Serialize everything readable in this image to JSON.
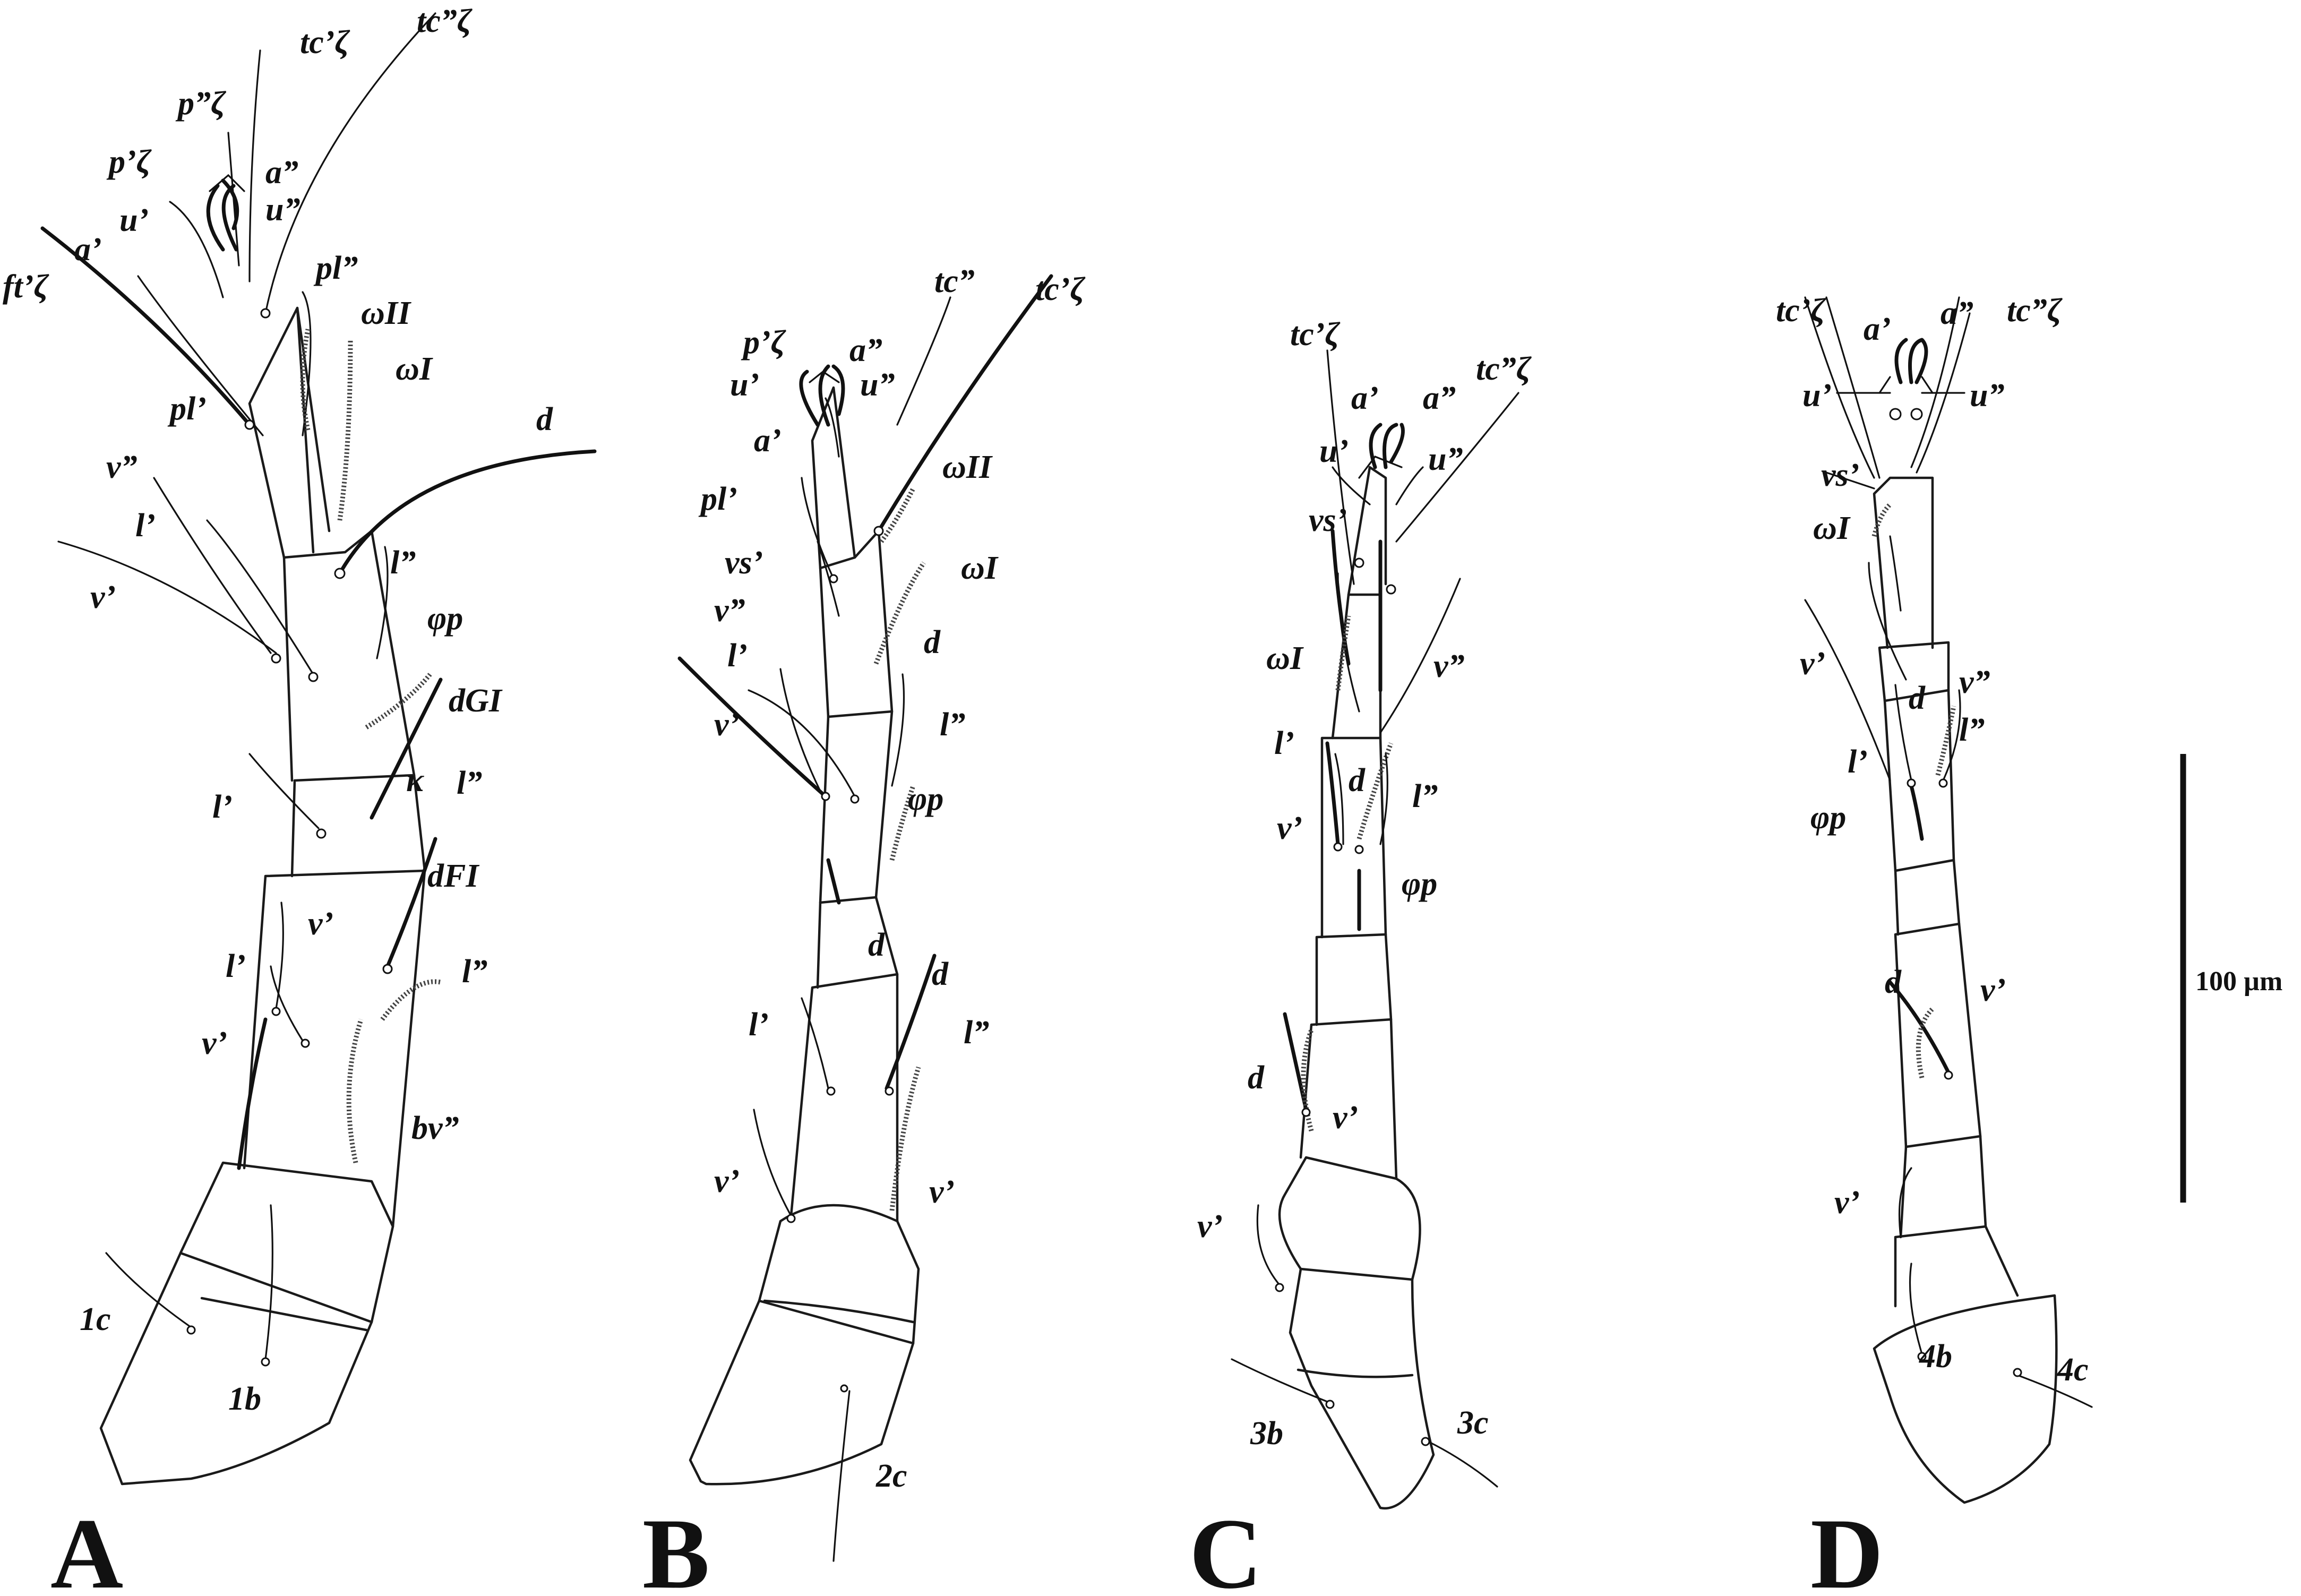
{
  "panels": [
    {
      "letter": "A",
      "labels": [
        "tc”ζ",
        "tc’ζ",
        "p”ζ",
        "p’ζ",
        "a”",
        "u”",
        "u’",
        "a’",
        "ft’ζ",
        "pl”",
        "ωII",
        "ωI",
        "pl’",
        "d",
        "v”",
        "l’",
        "v’",
        "l”",
        "φp",
        "dGI",
        "l’",
        "κ",
        "l”",
        "dFI",
        "v’",
        "l’",
        "l”",
        "v’",
        "bv”",
        "1c",
        "1b"
      ]
    },
    {
      "letter": "B",
      "labels": [
        "tc”",
        "tc’ζ",
        "p’ζ",
        "a”",
        "u’",
        "u”",
        "a’",
        "ωII",
        "pl’",
        "ωI",
        "vs’",
        "v”",
        "d",
        "l’",
        "l”",
        "v’",
        "φp",
        "d",
        "d",
        "l’",
        "l”",
        "v’",
        "v’",
        "2c"
      ]
    },
    {
      "letter": "C",
      "labels": [
        "tc’ζ",
        "tc”ζ",
        "a’",
        "a”",
        "u’",
        "u”",
        "vs’",
        "ωI",
        "v”",
        "l’",
        "d",
        "l”",
        "v’",
        "φp",
        "d",
        "v’",
        "v’",
        "3b",
        "3c"
      ]
    },
    {
      "letter": "D",
      "labels": [
        "tc’ζ",
        "a’",
        "a”",
        "tc”ζ",
        "u’",
        "u”",
        "vs’",
        "ωI",
        "v”",
        "v’",
        "d",
        "l”",
        "l’",
        "φp",
        "d",
        "v’",
        "v’",
        "4b",
        "4c"
      ]
    }
  ],
  "scale_bar": {
    "label": "100 µm"
  }
}
